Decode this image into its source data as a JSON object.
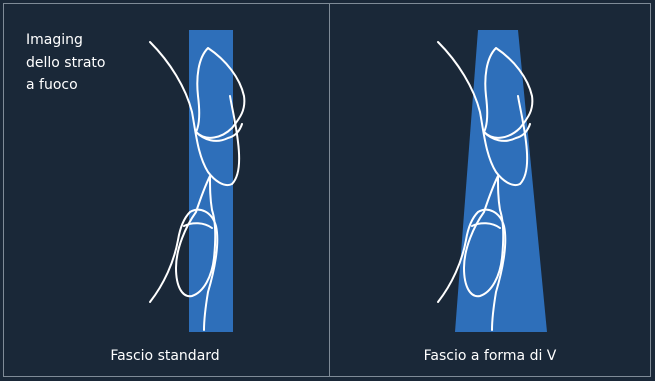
{
  "labels": {
    "side_label_lines": [
      "Imaging",
      "dello strato",
      "a fuoco"
    ],
    "left_caption": "Fascio standard",
    "right_caption": "Fascio a forma di V"
  },
  "colors": {
    "background": "#1a2838",
    "border": "#7f8b97",
    "beam": "#2e6fba",
    "outline": "#ffffff"
  },
  "shapes": {
    "left_beam": "rectangular-beam",
    "right_beam": "v-shaped-beam",
    "tooth_outline": "teeth-cross-section"
  }
}
